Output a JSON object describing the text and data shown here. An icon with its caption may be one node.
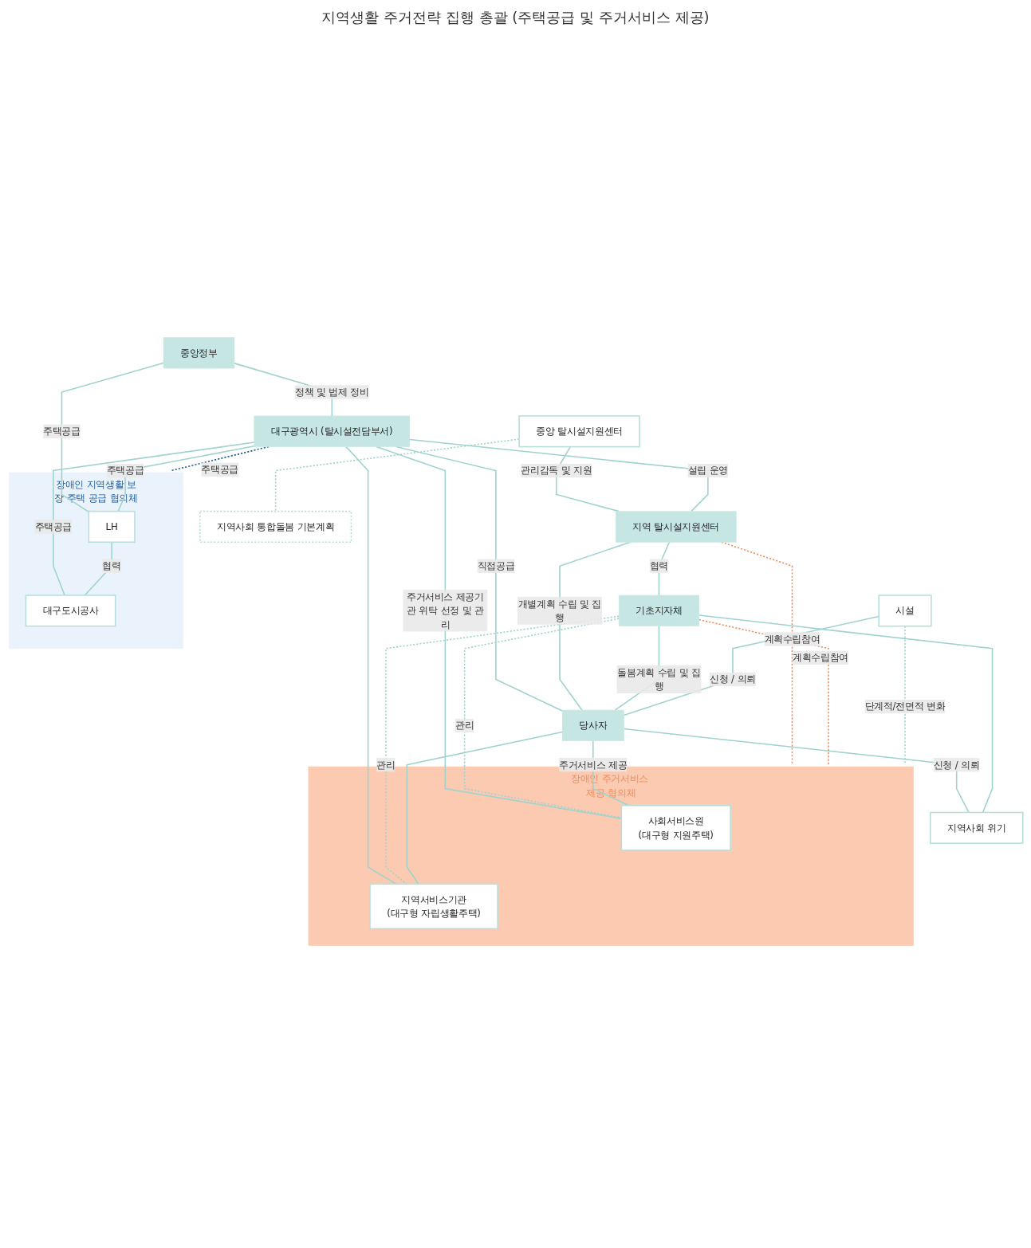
{
  "diagram": {
    "nodes": [
      {
        "text": [
          "중앙정부"
        ]
      },
      {
        "text": [
          "중앙 탈시설지원센터"
        ]
      },
      {
        "text": [
          "지역사회 통합돌봄 기본계획"
        ]
      },
      {
        "text": [
          "대구광역시 (탈시설전담부서)"
        ]
      },
      {
        "text": [
          "장애인 지역생활 보장 주택 공급 협의체"
        ]
      },
      {
        "text": [
          "LH"
        ],
        "in": 4
      },
      {
        "text": [
          "대구도시공사"
        ],
        "in": 4
      },
      {
        "text": [
          "지역 탈시설지원센터"
        ]
      },
      {
        "text": [
          "기초지자체"
        ]
      },
      {
        "text": [
          "장애인 주거서비스 제공 협의체"
        ]
      },
      {
        "text": [
          "사회서비스원",
          "(대구형 지원주택)"
        ],
        "in": 9
      },
      {
        "text": [
          "지역서비스기관",
          "(대구형 자립생활주택)"
        ],
        "in": 9
      },
      {
        "text": [
          "시설"
        ]
      },
      {
        "text": [
          "당사자"
        ]
      },
      {
        "text": [
          "지역사회 위기"
        ]
      }
    ],
    "edges": [
      {
        "from": 0,
        "to": 3,
        "arrow": "none",
        "label": "정책 및 법제 정비"
      },
      {
        "from": 0,
        "to": 5,
        "arrow": "none",
        "label": "주택공급"
      },
      {
        "from": 1,
        "to": 2,
        "arrow": "none",
        "style": "dashed"
      },
      {
        "from": 1,
        "to": 7,
        "arrow": "none",
        "label": "관리감독 및 지원"
      },
      {
        "from": 3,
        "to": 5,
        "arrow": "none",
        "label": "주택공급"
      },
      {
        "from": 3,
        "to": 6,
        "arrow": "none",
        "label": "주택공급"
      },
      {
        "from": 5,
        "to": 6,
        "arrow": "none",
        "label": "협력"
      },
      {
        "from": 3,
        "to": 4,
        "arrow": "none",
        "label": "주택공급",
        "style": "dashed",
        "color": "#1f5fa0"
      },
      {
        "from": 3,
        "to": 7,
        "arrow": "none",
        "label": "설립 운영"
      },
      {
        "from": 3,
        "to": 13,
        "arrow": "none",
        "label": "직접공급"
      },
      {
        "from": 3,
        "to": 10,
        "arrow": "none",
        "label": "주거서비스 제공기관 위탁 선정 및 관리"
      },
      {
        "from": 3,
        "to": 11,
        "arrow": "none"
      },
      {
        "from": 7,
        "to": 8,
        "arrow": "none",
        "label": "협력"
      },
      {
        "from": 8,
        "to": 10,
        "arrow": "none",
        "label": "관리",
        "style": "dashed"
      },
      {
        "from": 8,
        "to": 11,
        "arrow": "none",
        "label": "관리",
        "style": "dashed"
      },
      {
        "from": 7,
        "to": 13,
        "arrow": "none",
        "label": "개별계획 수립 및 집행"
      },
      {
        "from": 8,
        "to": 13,
        "arrow": "none",
        "label": "돌봄계획 수립 및 집행"
      },
      {
        "from": 7,
        "to": 9,
        "arrow": "none",
        "label": "계획수립참여",
        "style": "dashed",
        "color": "#f28c5a"
      },
      {
        "from": 8,
        "to": 9,
        "arrow": "none",
        "label": "계획수립참여",
        "style": "dashed",
        "color": "#f28c5a"
      },
      {
        "from": 12,
        "to": 13,
        "arrow": "none",
        "label": "신청 / 의뢰"
      },
      {
        "from": 13,
        "to": 14,
        "arrow": "none",
        "label": "신청 / 의뢰"
      },
      {
        "from": 8,
        "to": 14,
        "arrow": "none"
      },
      {
        "from": 13,
        "to": 10,
        "arrow": "none",
        "label": "주거서비스 제공"
      },
      {
        "from": 13,
        "to": 11,
        "arrow": "none"
      },
      {
        "from": 12,
        "to": 9,
        "arrow": "none",
        "label": "단계적/전면적 변화",
        "style": "dashed"
      }
    ],
    "labels": [
      "지역생활 주거전략 집행 총괄 (주택공급 및 주거서비스 제공)"
    ]
  }
}
